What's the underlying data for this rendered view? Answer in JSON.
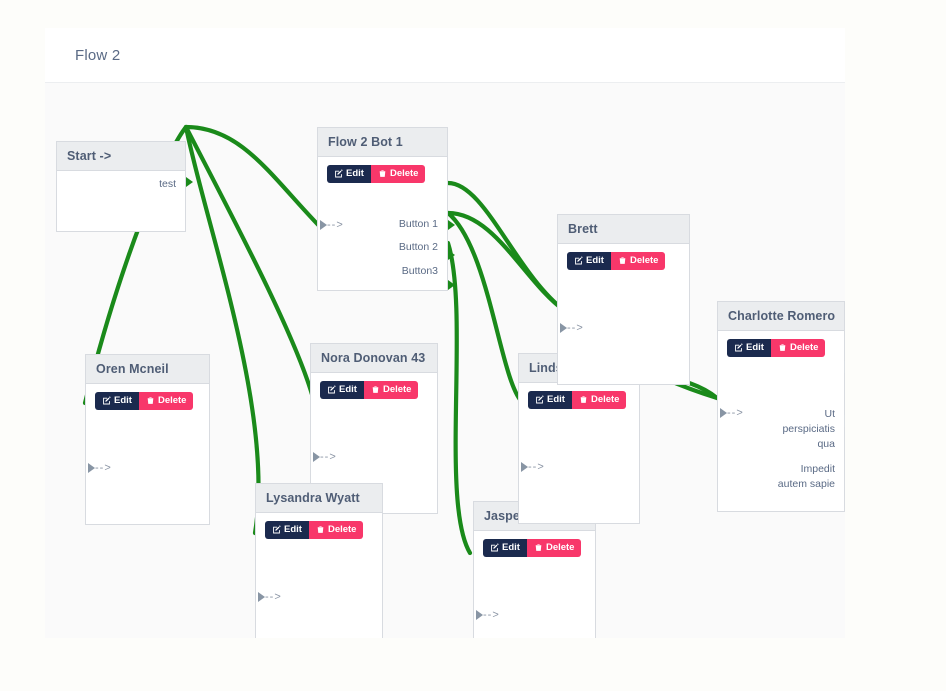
{
  "page": {
    "background": "#fdfdfa",
    "canvas_background": "#fafafa",
    "card_background": "#ffffff"
  },
  "header": {
    "title": "Flow 2"
  },
  "theme": {
    "edge_color": "#1a8a1a",
    "edit_color": "#1b2a4e",
    "delete_color": "#f8376a",
    "node_header_bg": "#ebedef",
    "node_border": "#d8dbe0",
    "title_color": "#5a6a85"
  },
  "buttons": {
    "edit_label": "Edit",
    "delete_label": "Delete",
    "edit_icon": "pencil-square-icon",
    "delete_icon": "trash-icon"
  },
  "nodes": [
    {
      "id": "start",
      "title": "Start ->",
      "has_buttons": false,
      "inputs": [],
      "outputs": [
        "test"
      ]
    },
    {
      "id": "flow2bot1",
      "title": "Flow 2 Bot 1",
      "has_buttons": true,
      "inputs": [
        "-->"
      ],
      "outputs": [
        "Button 1",
        "Button 2",
        "Button3"
      ]
    },
    {
      "id": "oren",
      "title": "Oren Mcneil",
      "has_buttons": true,
      "inputs": [
        "-->"
      ],
      "outputs": []
    },
    {
      "id": "nora",
      "title": "Nora Donovan 43",
      "has_buttons": true,
      "inputs": [
        "-->"
      ],
      "outputs": []
    },
    {
      "id": "lysandra",
      "title": "Lysandra Wyatt",
      "has_buttons": true,
      "inputs": [
        "-->"
      ],
      "outputs": []
    },
    {
      "id": "jasper",
      "title": "Jasper Romero",
      "has_buttons": true,
      "inputs": [
        "-->"
      ],
      "outputs": []
    },
    {
      "id": "lindsey",
      "title": "Lindsey",
      "has_buttons": true,
      "inputs": [
        "-->"
      ],
      "outputs": []
    },
    {
      "id": "brett",
      "title": "Brett",
      "has_buttons": true,
      "inputs": [
        "-->"
      ],
      "outputs": []
    },
    {
      "id": "charlotte",
      "title": "Charlotte Romero",
      "has_buttons": true,
      "inputs": [
        "-->"
      ],
      "outputs": [
        "Ut perspiciatis qua",
        "Impedit autem sapie"
      ]
    }
  ],
  "labels": {
    "start_output_test": "test",
    "arrow_in": "-->",
    "bot_button_1": "Button 1",
    "bot_button_2": "Button 2",
    "bot_button_3": "Button3",
    "charlotte_out_1": "Ut perspiciatis qua",
    "charlotte_out_2": "Impedit autem sapie"
  }
}
